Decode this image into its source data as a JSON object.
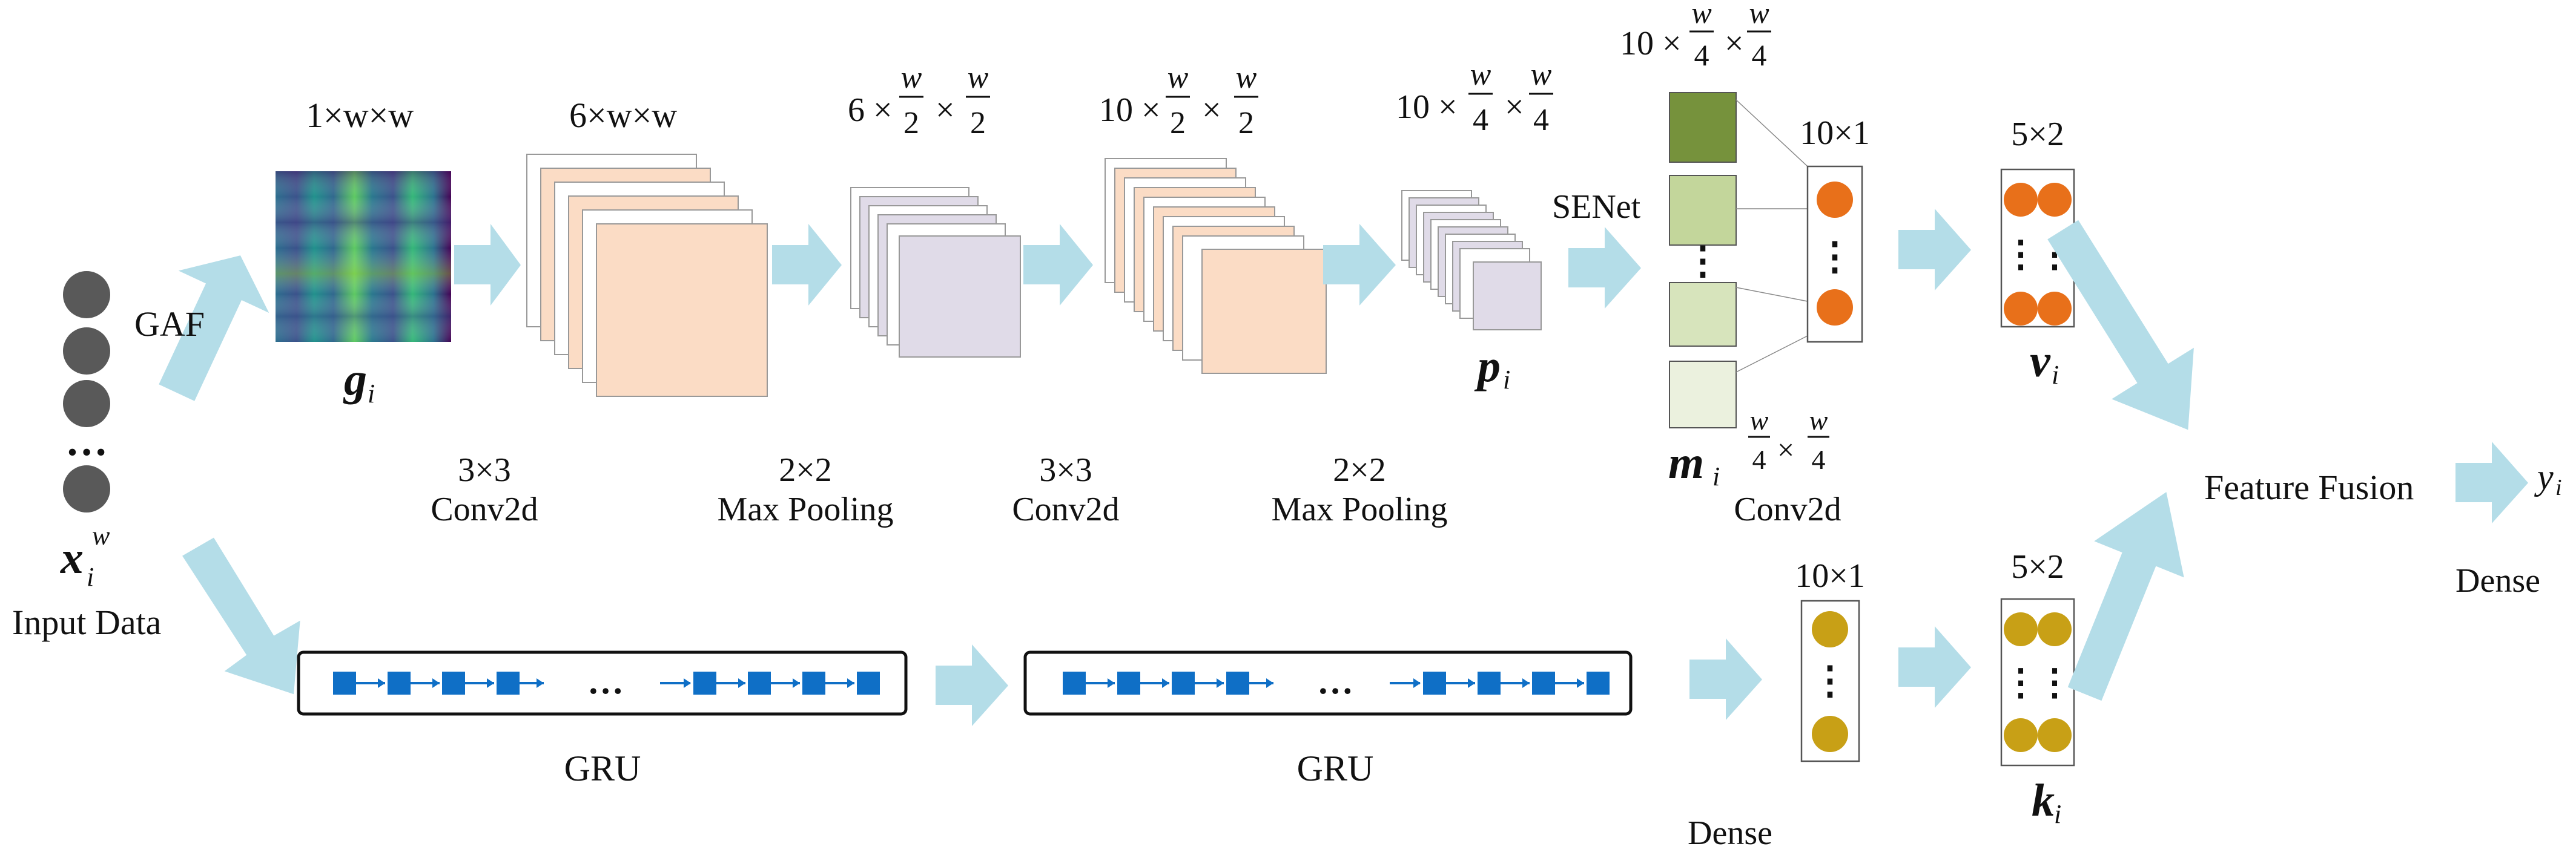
{
  "input": {
    "symbol": "x",
    "subscript": "i",
    "superscript": "w",
    "caption": "Input Data"
  },
  "gaf": {
    "label": "GAF"
  },
  "g": {
    "dims": "1×w×w",
    "symbol": "g",
    "subscript": "i"
  },
  "conv1": {
    "dims": "6×w×w",
    "op_line1": "3×3",
    "op_line2": "Conv2d"
  },
  "pool1": {
    "dims_prefix": "6 ×",
    "frac": "w",
    "den": "2",
    "op_line1": "2×2",
    "op_line2": "Max Pooling"
  },
  "conv2": {
    "dims_prefix": "10 ×",
    "frac": "w",
    "den": "2",
    "op_line1": "3×3",
    "op_line2": "Conv2d"
  },
  "pool2": {
    "dims_prefix": "10 ×",
    "frac": "w",
    "den": "4",
    "op_line1": "2×2",
    "op_line2": "Max Pooling"
  },
  "p": {
    "symbol": "p",
    "subscript": "i"
  },
  "senet": {
    "label": "SENet"
  },
  "m": {
    "dims_prefix": "10 ×",
    "frac": "w",
    "den": "4",
    "symbol": "m",
    "subscript": "i",
    "conv_label": "Conv2d",
    "colors": [
      "#76923c",
      "#c3d69b",
      "#d7e4bc",
      "#ebf1de"
    ]
  },
  "dense_top": {
    "dims": "10×1",
    "color": "#e8701a"
  },
  "v": {
    "dims": "5×2",
    "symbol": "v",
    "subscript": "i"
  },
  "gru": {
    "label": "GRU",
    "ellipsis": "…",
    "cell_color": "#0f6fc6"
  },
  "dense_bottom": {
    "dims": "10×1",
    "caption": "Dense",
    "color": "#c8a016"
  },
  "k": {
    "dims": "5×2",
    "symbol": "k",
    "subscript": "i"
  },
  "fusion": {
    "label": "Feature Fusion"
  },
  "output": {
    "symbol": "y",
    "subscript": "i",
    "caption": "Dense"
  },
  "arrow_color": "#b4dde8",
  "dots": "⋮"
}
